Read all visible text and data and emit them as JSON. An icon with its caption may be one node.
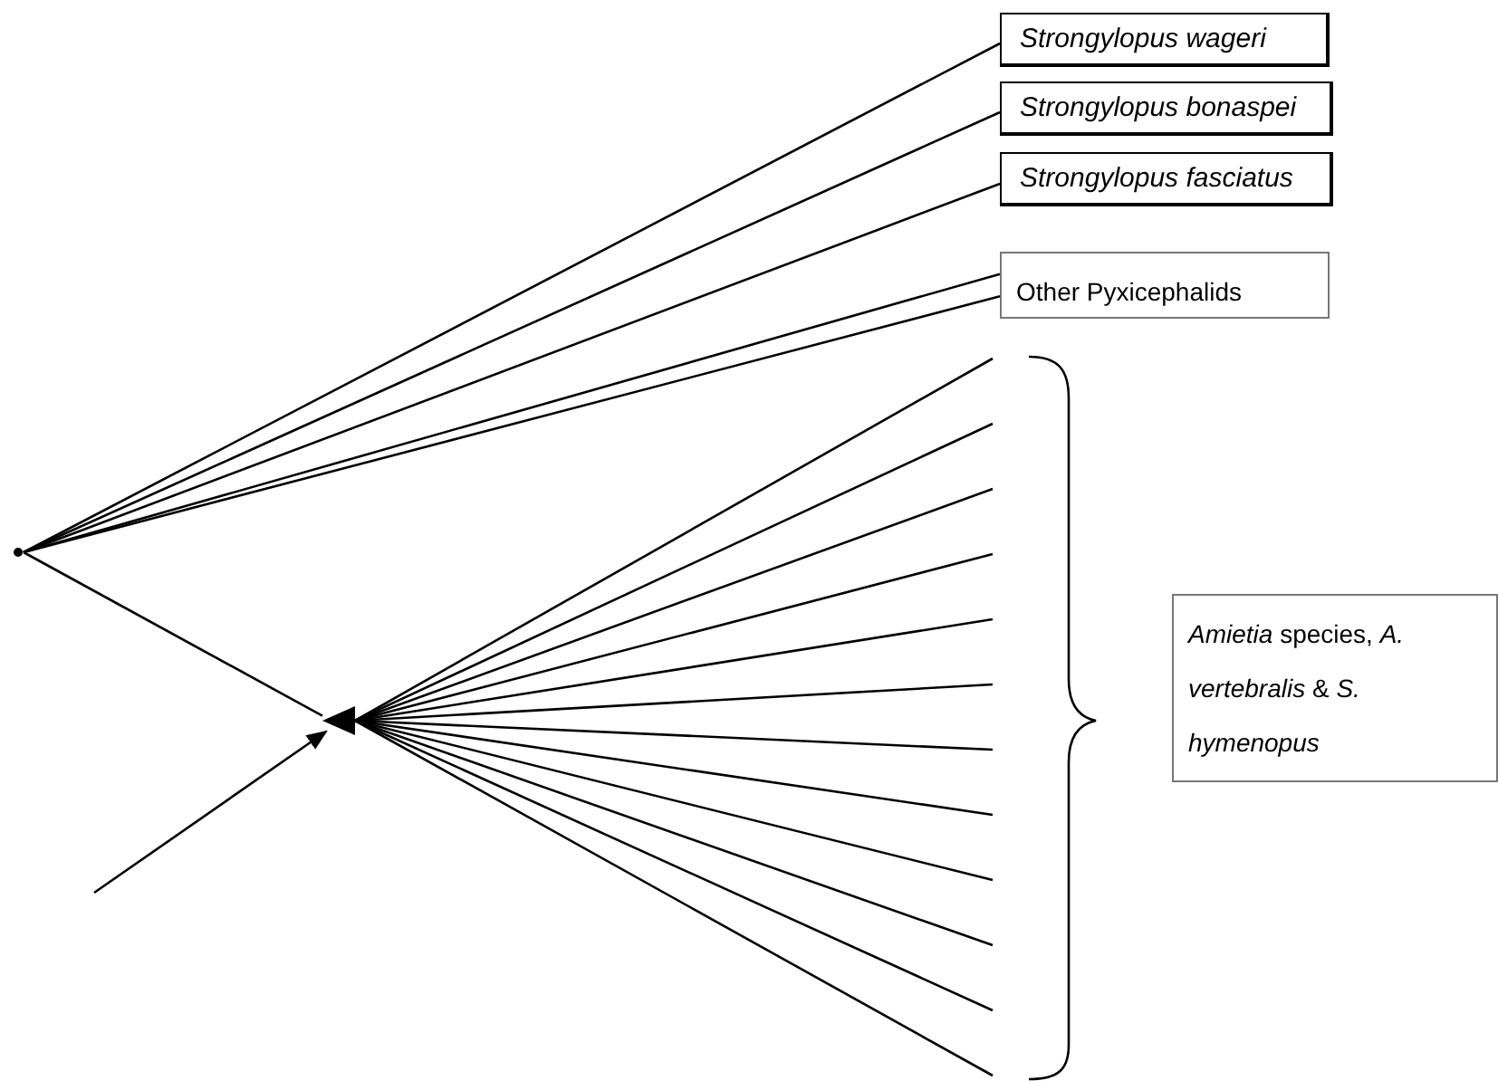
{
  "diagram": {
    "nodes": [
      {
        "text": [],
        "shape": "point"
      },
      {
        "text": [
          "*Strongylopus wageri*"
        ]
      },
      {
        "text": [
          "*Strongylopus bonaspei*"
        ]
      },
      {
        "text": [
          "*Strongylopus fasciatus*"
        ]
      },
      {
        "text": [
          "Other Pyxicephalids"
        ]
      },
      {
        "text": [],
        "shape": "point"
      },
      {
        "text": [
          "*Amietia* species, *A. vertebralis* & *S. hymenopus*"
        ]
      }
    ],
    "edges": [
      {
        "from": 0,
        "to": 1,
        "arrow": "none"
      },
      {
        "from": 0,
        "to": 2,
        "arrow": "none"
      },
      {
        "from": 0,
        "to": 3,
        "arrow": "none"
      },
      {
        "from": 0,
        "to": 4,
        "arrow": "none"
      },
      {
        "from": 0,
        "to": 4,
        "arrow": "none"
      },
      {
        "from": 0,
        "to": 5,
        "arrow": "none"
      },
      {
        "from": 5,
        "to": null,
        "arrow": "none"
      },
      {
        "from": 5,
        "to": null,
        "arrow": "none"
      },
      {
        "from": 5,
        "to": null,
        "arrow": "none"
      },
      {
        "from": 5,
        "to": null,
        "arrow": "none"
      },
      {
        "from": 5,
        "to": null,
        "arrow": "none"
      },
      {
        "from": 5,
        "to": null,
        "arrow": "none"
      },
      {
        "from": 5,
        "to": null,
        "arrow": "none"
      },
      {
        "from": 5,
        "to": null,
        "arrow": "none"
      },
      {
        "from": 5,
        "to": null,
        "arrow": "none"
      },
      {
        "from": 5,
        "to": null,
        "arrow": "none"
      },
      {
        "from": 5,
        "to": null,
        "arrow": "none"
      },
      {
        "from": 5,
        "to": null,
        "arrow": "none"
      },
      {
        "from": null,
        "to": 5,
        "arrow": "to"
      }
    ]
  }
}
